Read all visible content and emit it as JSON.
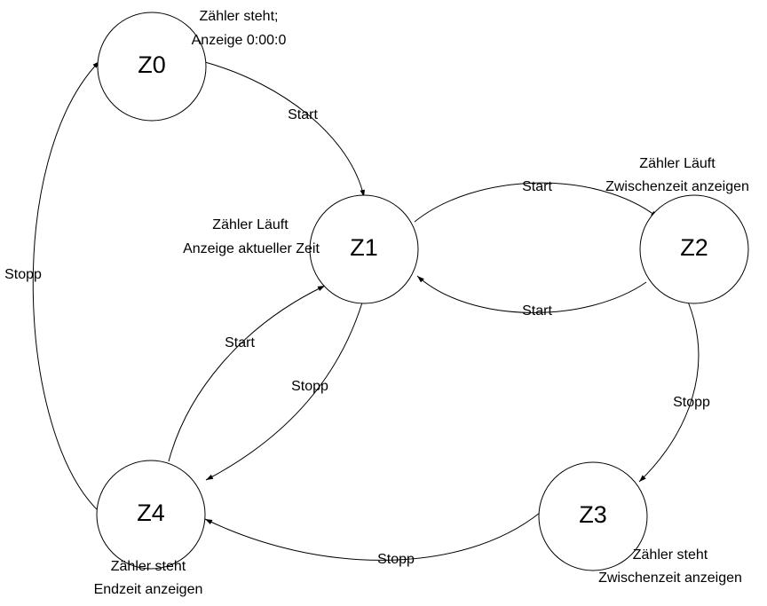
{
  "states": [
    {
      "id": "Z0",
      "label": "Z0",
      "note": [
        "Zähler steht;",
        "Anzeige 0:00:0"
      ]
    },
    {
      "id": "Z1",
      "label": "Z1",
      "note": [
        "Zähler Läuft",
        "Anzeige aktueller Zeit"
      ]
    },
    {
      "id": "Z2",
      "label": "Z2",
      "note": [
        "Zähler Läuft",
        "Zwischenzeit anzeigen"
      ]
    },
    {
      "id": "Z3",
      "label": "Z3",
      "note": [
        "Zähler steht",
        "Zwischenzeit anzeigen"
      ]
    },
    {
      "id": "Z4",
      "label": "Z4",
      "note": [
        "Zähler steht",
        "Endzeit anzeigen"
      ]
    }
  ],
  "transitions": [
    {
      "from": "Z0",
      "to": "Z1",
      "label": "Start"
    },
    {
      "from": "Z1",
      "to": "Z2",
      "label": "Start"
    },
    {
      "from": "Z2",
      "to": "Z1",
      "label": "Start"
    },
    {
      "from": "Z2",
      "to": "Z3",
      "label": "Stopp"
    },
    {
      "from": "Z3",
      "to": "Z4",
      "label": "Stopp"
    },
    {
      "from": "Z1",
      "to": "Z4",
      "label": "Stopp"
    },
    {
      "from": "Z4",
      "to": "Z1",
      "label": "Start"
    },
    {
      "from": "Z4",
      "to": "Z0",
      "label": "Stopp"
    }
  ]
}
